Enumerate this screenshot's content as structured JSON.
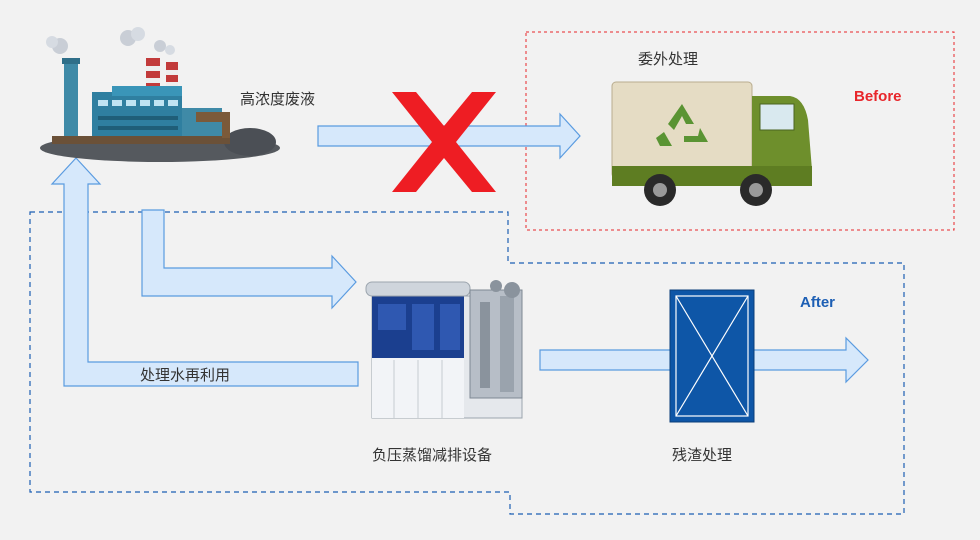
{
  "labels": {
    "high_conc_waste": "高浓度废液",
    "outsourcing": "委外处理",
    "before": "Before",
    "after": "After",
    "water_reuse": "处理水再利用",
    "equipment": "负压蒸馏减排设备",
    "residue": "残渣处理"
  },
  "colors": {
    "before_tag": "#e8262b",
    "after_tag": "#1d5fb4",
    "arrow_fill": "#d6e8fb",
    "arrow_stroke": "#5a9be0",
    "before_box": "#e8262b",
    "after_box": "#1d5fb4",
    "cross": "#ee1d23",
    "filter_fill": "#0e56a7"
  },
  "icons": [
    "factory-icon",
    "truck-recycle-icon",
    "evaporator-icon",
    "filter-box-icon",
    "cross-icon"
  ]
}
